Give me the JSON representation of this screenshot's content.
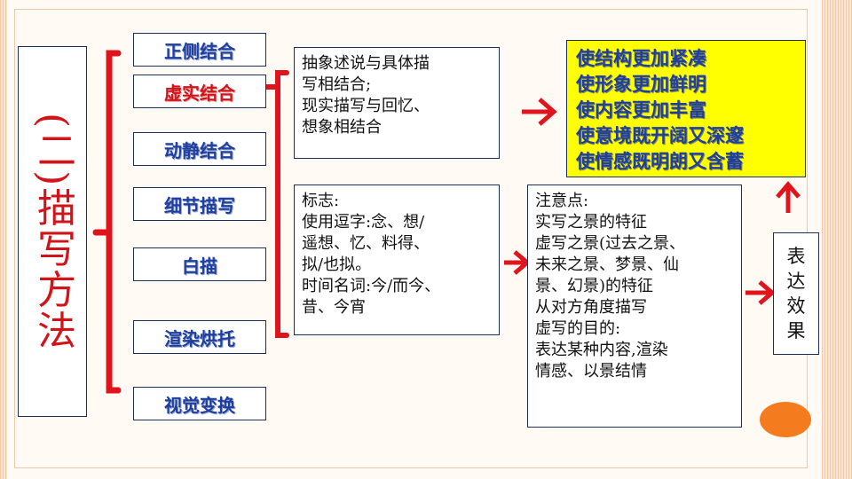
{
  "title": "(二)描写方法",
  "methods": [
    {
      "label": "正侧结合",
      "highlight": false
    },
    {
      "label": "虚实结合",
      "highlight": true
    },
    {
      "label": "动静结合",
      "highlight": false
    },
    {
      "label": "细节描写",
      "highlight": false
    },
    {
      "label": "白描",
      "highlight": false
    },
    {
      "label": "渲染烘托",
      "highlight": false
    },
    {
      "label": "视觉变换",
      "highlight": false
    }
  ],
  "combination_box": "抽象述说与具体描\n写相结合;\n现实描写与回忆、\n想象相结合",
  "markers_box": "标志:\n使用逗字:念、想/\n遥想、忆、料得、\n拟/也拟。\n时间名词:今/而今、\n昔、今宵",
  "notes_box": "注意点:\n实写之景的特征\n虚写之景(过去之景、\n未来之景、梦景、仙\n景、幻景)的特征\n从对方角度描写\n虚写的目的:\n表达某种内容,渲染\n情感、以景结情",
  "effects": [
    "使结构更加紧凑",
    "使形象更加鲜明",
    "使内容更加丰富",
    "使意境既开阔又深邃",
    "使情感既明朗又含蓄"
  ],
  "expression_label": "表达效果",
  "colors": {
    "title": "#d0141a",
    "method_text": "#1f3fa0",
    "method_highlight": "#d0141a",
    "bracket": "#e0141c",
    "arrow": "#e0141c",
    "effects_bg": "#ffff00",
    "circle": "#f57c1e"
  }
}
